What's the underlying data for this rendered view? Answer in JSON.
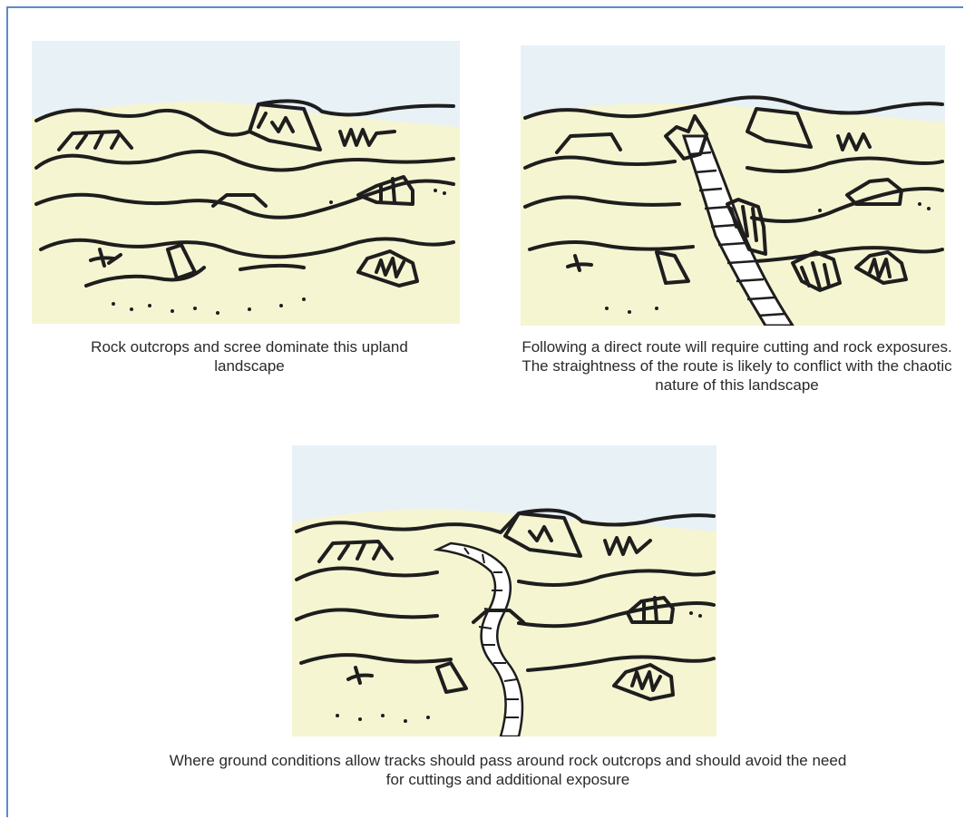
{
  "panels": [
    {
      "caption": "Rock outcrops and scree dominate this upland landscape"
    },
    {
      "caption": "Following a direct route will require cutting and rock exposures. The straightness of the route is likely to conflict with the chaotic nature of this landscape"
    },
    {
      "caption": "Where ground conditions allow tracks should pass around rock outcrops and should avoid the need for cuttings and additional exposure"
    }
  ],
  "colors": {
    "sky": "#e9f2f7",
    "land": "#f6f5d2",
    "ink": "#1e1e1e",
    "frame": "#5b8cc7"
  }
}
